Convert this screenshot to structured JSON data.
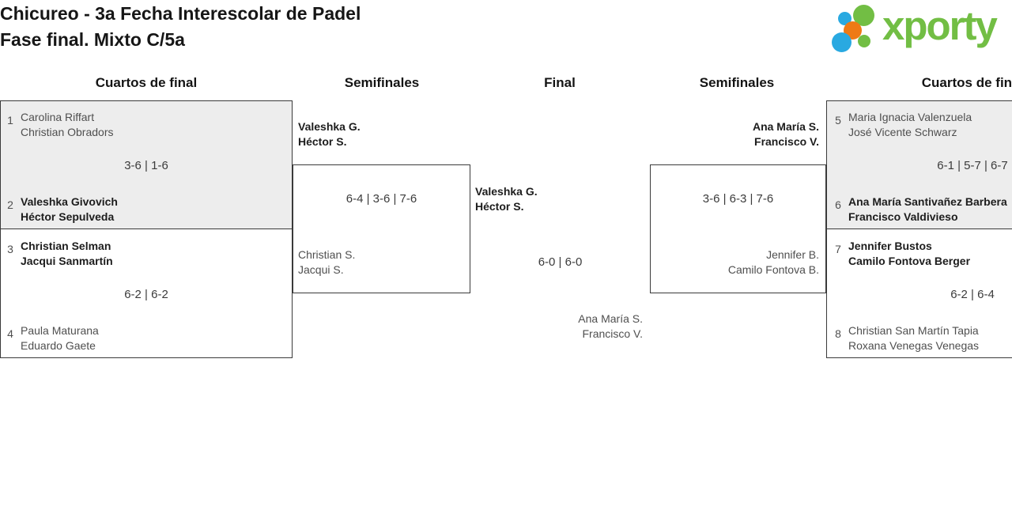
{
  "title": {
    "line1": "Chicureo - 3a Fecha Interescolar de Padel",
    "line2": "Fase final. Mixto C/5a"
  },
  "logo": {
    "brand": "xporty"
  },
  "rounds": [
    "Cuartos de final",
    "Semifinales",
    "Final",
    "Semifinales",
    "Cuartos de final"
  ],
  "matches": {
    "qf1": {
      "seed1": "1",
      "team1": [
        "Carolina Riffart",
        "Christian Obradors"
      ],
      "score": "3-6 | 1-6",
      "seed2": "2",
      "team2": [
        "Valeshka Givovich",
        "Héctor Sepulveda"
      ],
      "winner": "team2"
    },
    "qf2": {
      "seed1": "3",
      "team1": [
        "Christian Selman",
        "Jacqui Sanmartín"
      ],
      "score": "6-2 | 6-2",
      "seed2": "4",
      "team2": [
        "Paula Maturana",
        "Eduardo Gaete"
      ],
      "winner": "team1"
    },
    "qf3": {
      "seed1": "5",
      "team1": [
        "Maria Ignacia Valenzuela",
        "José Vicente Schwarz"
      ],
      "score": "6-1 | 5-7 | 6-7",
      "seed2": "6",
      "team2": [
        "Ana María Santivañez Barbera",
        "Francisco Valdivieso"
      ],
      "winner": "team2"
    },
    "qf4": {
      "seed1": "7",
      "team1": [
        "Jennifer Bustos",
        "Camilo Fontova Berger"
      ],
      "score": "6-2 | 6-4",
      "seed2": "8",
      "team2": [
        "Christian San Martín Tapia",
        "Roxana Venegas Venegas"
      ],
      "winner": "team1"
    },
    "sf1": {
      "team1": [
        "Valeshka G.",
        "Héctor S."
      ],
      "score": "6-4 | 3-6 | 7-6",
      "team2": [
        "Christian S.",
        "Jacqui S."
      ],
      "winner": "team1"
    },
    "sf2": {
      "team1": [
        "Ana María S.",
        "Francisco V."
      ],
      "score": "3-6 | 6-3 | 7-6",
      "team2": [
        "Jennifer B.",
        "Camilo Fontova B."
      ],
      "winner": "team1"
    },
    "final": {
      "team1": [
        "Valeshka G.",
        "Héctor S."
      ],
      "score": "6-0 | 6-0",
      "team2": [
        "Ana María S.",
        "Francisco V."
      ],
      "winner": "team1"
    }
  },
  "colors": {
    "brand_green": "#72be44",
    "brand_blue": "#29a9e1",
    "brand_orange": "#ee7a15",
    "box_shaded_bg": "#ededed",
    "box_border": "#3a3a3a",
    "winner_text": "#1d1d1d",
    "loser_text": "#4f4f4f"
  }
}
